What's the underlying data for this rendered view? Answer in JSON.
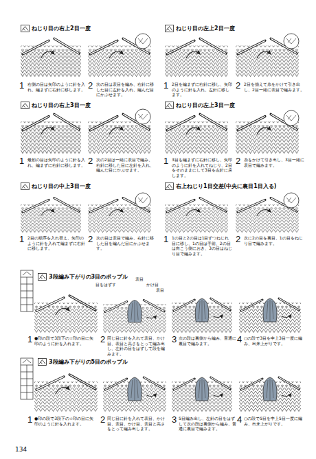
{
  "diagram": {
    "nodes": [
      {
        "text": [
          "ねじり目の右上2目一度"
        ]
      },
      {
        "text": [
          "ねじり目の左上2目一度"
        ]
      },
      {
        "text": [
          "ねじり目の右上3目一度"
        ]
      },
      {
        "text": [
          "ねじり目の左上3目一度"
        ]
      },
      {
        "text": [
          "ねじり目の中上3目一度"
        ]
      },
      {
        "text": [
          "右上ねじり1目交差(中央に裏目1目入る)"
        ]
      },
      {
        "text": [
          "3段編み下がりの3目のポップル"
        ]
      },
      {
        "text": [
          "3段編み下がりの5目のポップル"
        ]
      }
    ],
    "labels": [
      "1",
      "右側の目は矢印のように針を入れ、編まずに右針に移します。",
      "2",
      "次の目は表目を編み、右針に移した目に左針を入れ、編んだ目にかぶせます。",
      "1",
      "2目を編まずに右針に移し、矢印のように針を入れ、左針に移します。",
      "2",
      "2目を揃えて糸をかけて引き出し、2目一緒に表目で編みます。",
      "1",
      "最初の目は矢印のように針を入れ、編まずに右針に移します。",
      "2",
      "次の2目は一緒に表目で編み、右針に移した目に左針を入れ、編んだ目にかぶせます。",
      "1",
      "3目を編まずに右針に移し、矢印のように針を入れてねじり、2目をそのままにして3目を左針に戻します。",
      "2",
      "糸をかけて引き出し、3目一緒に表目で編みます。",
      "1",
      "2目の順序を入れ替え、矢印のように針を入れて編まずに右針に移します。",
      "2",
      "次の目は表目で編み、右針に移した目を編んだ目にかぶせます。",
      "1",
      "1の目と2の目は1目ずつねじれ目に移し、1の目は手前、2の目は向こう側におき、3の目はねじり目で編みます。",
      "2",
      "次に2の目を裏目、1の目をねじり目で編みます。",
      "1",
      "●印の段で3段下の☆印の目に矢印のように針を入れます。",
      "2",
      "同じ目に針を入れて表目、かけ目、表目と高さをとって編み出し、左針の目をはずして段を編みます。",
      "3",
      "次の段は裏側から編み、普通に裏目で編みます。",
      "4",
      "○の段で3目を中上3目一度に編み、出来上がりです。",
      "目をはずす",
      "表目",
      "かけ目",
      "表目",
      "1",
      "●印の段で3段下の☆印の目に矢印のように針を入れます。",
      "2",
      "同じ目に針を入れて表目、かけ目、表目、かけ目、表目と高さをとって編み出します。",
      "3",
      "5目編み出し、左針の目をはずして次の段は裏側から編み、普通に裏目で編みます。",
      "4",
      "○の段で5目を中上5目一度に編み、出来上がりです。",
      "134"
    ]
  }
}
